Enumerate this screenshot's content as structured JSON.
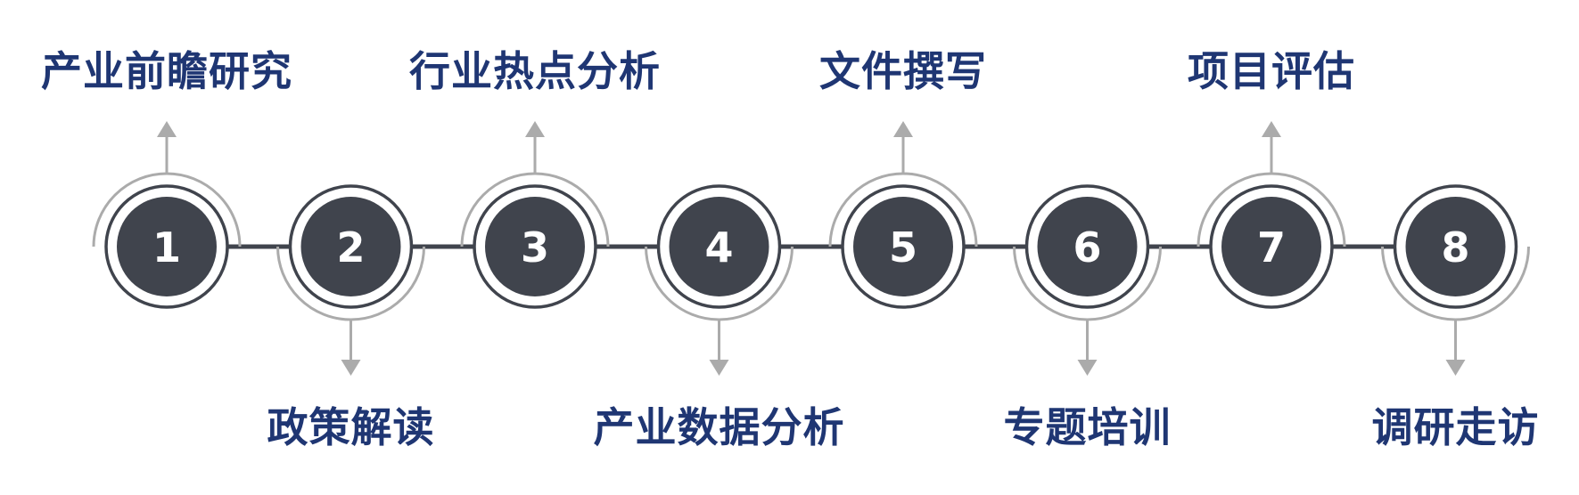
{
  "steps": [
    {
      "number": "1",
      "label": "产业前瞻研究",
      "label_position": "top"
    },
    {
      "number": "2",
      "label": "政策解读",
      "label_position": "bottom"
    },
    {
      "number": "3",
      "label": "行业热点分析",
      "label_position": "top"
    },
    {
      "number": "4",
      "label": "产业数据分析",
      "label_position": "bottom"
    },
    {
      "number": "5",
      "label": "文件撰写",
      "label_position": "top"
    },
    {
      "number": "6",
      "label": "专题培训",
      "label_position": "bottom"
    },
    {
      "number": "7",
      "label": "项目评估",
      "label_position": "top"
    },
    {
      "number": "8",
      "label": "调研走访",
      "label_position": "bottom"
    }
  ],
  "colors": {
    "label_text": "#1f3673",
    "circle_fill": "#40444d",
    "circle_ring": "#40444d",
    "connector_line": "#40444d",
    "arc_and_arrow": "#ababab",
    "number_text": "#ffffff"
  }
}
